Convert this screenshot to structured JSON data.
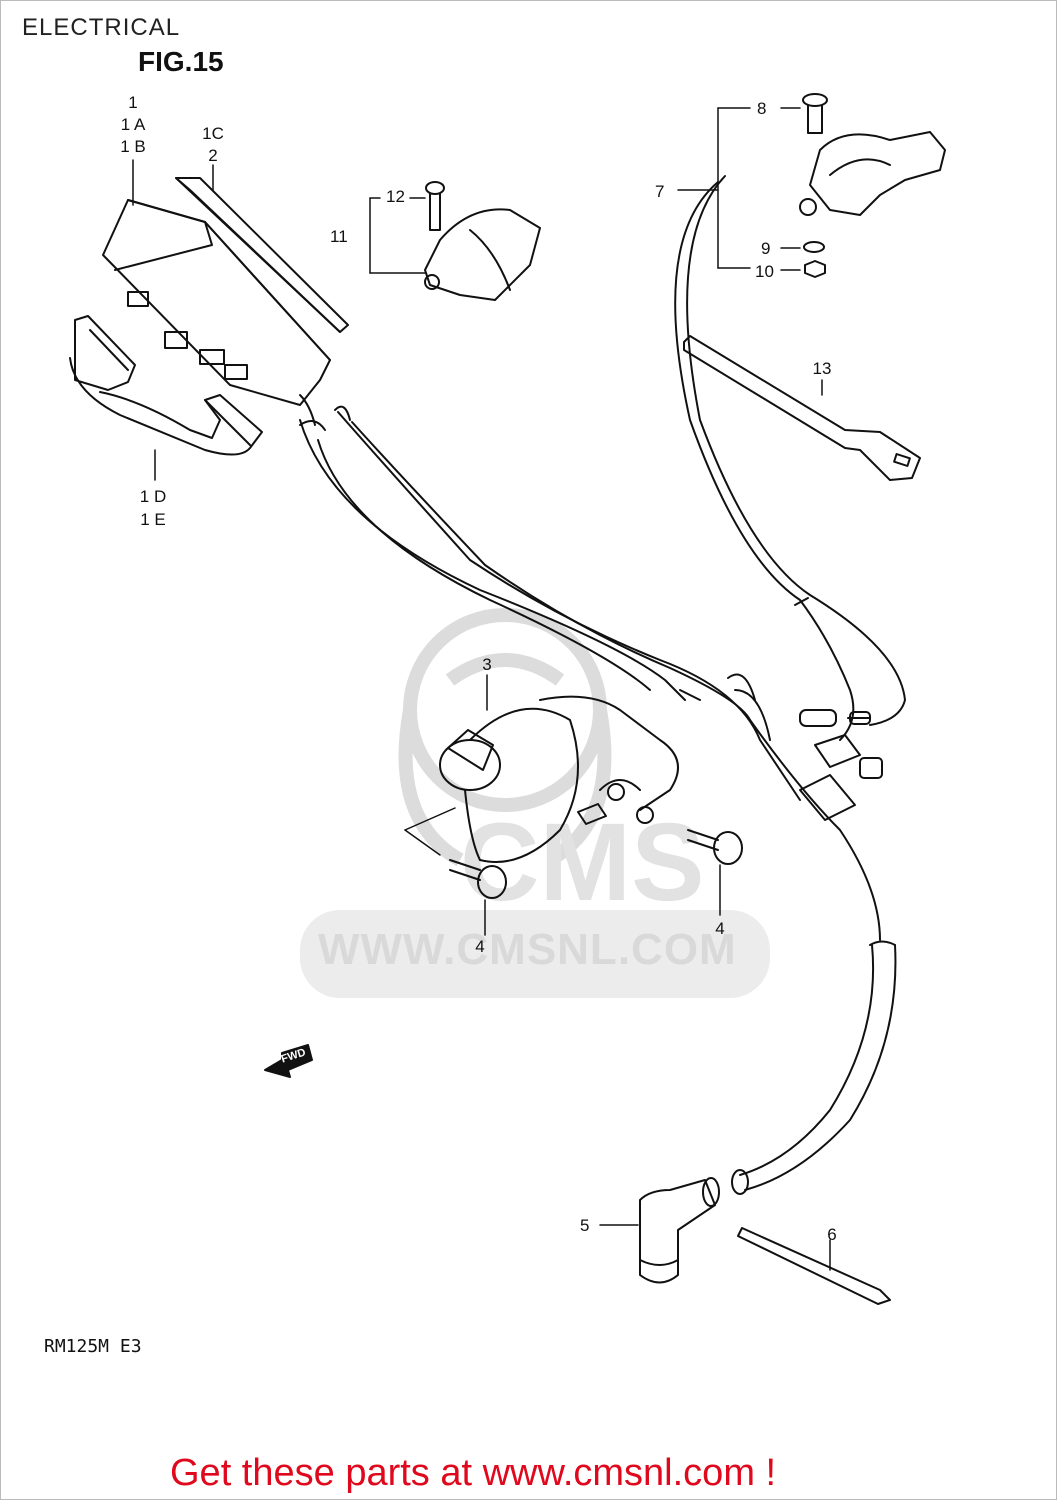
{
  "header": {
    "section_title": "ELECTRICAL",
    "figure": "FIG.15"
  },
  "callouts": {
    "c1": "1",
    "c1a": "1 A",
    "c1b": "1 B",
    "c1c": "1C",
    "c2": "2",
    "c1d": "1 D",
    "c1e": "1 E",
    "c3": "3",
    "c4a": "4",
    "c4b": "4",
    "c5": "5",
    "c6": "6",
    "c7": "7",
    "c8": "8",
    "c9": "9",
    "c10": "10",
    "c11": "11",
    "c12": "12",
    "c13": "13"
  },
  "watermark": {
    "url": "WWW.CMSNL.COM",
    "logo": "CMS"
  },
  "fwd_arrow": "FWD",
  "model_code": "RM125M E3",
  "footer": {
    "cta": "Get these parts at www.cmsnl.com !"
  }
}
